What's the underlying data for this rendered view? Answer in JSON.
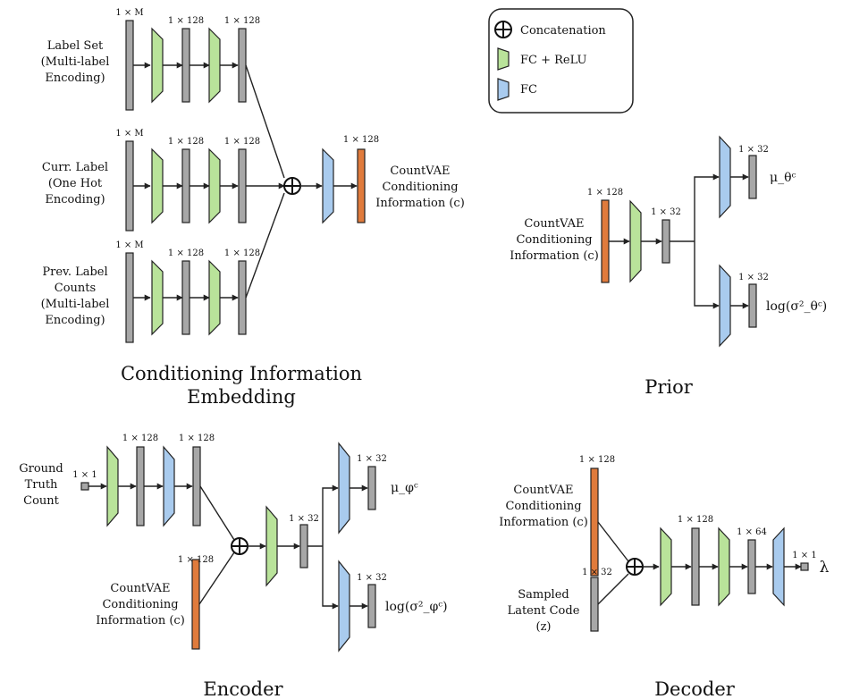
{
  "colors": {
    "fc_relu": "#b9e39a",
    "fc": "#a9cbee",
    "conditioning": "#e07b3c",
    "vector": "#a7a7a7",
    "stroke": "#222222"
  },
  "legend": {
    "concat_icon": "circle-plus-icon",
    "concat": "Concatenation",
    "fc_relu": "FC + ReLU",
    "fc": "FC"
  },
  "dims": {
    "m": "1 × M",
    "d128": "1 × 128",
    "d64": "1 × 64",
    "d32": "1 × 32",
    "d1": "1 × 1"
  },
  "cond": {
    "label_set": [
      "Label Set",
      "(Multi-label",
      "Encoding)"
    ],
    "curr_label": [
      "Curr. Label",
      "(One Hot",
      "Encoding)"
    ],
    "prev_counts": [
      "Prev. Label",
      "Counts",
      "(Multi-label",
      "Encoding)"
    ],
    "output": [
      "CountVAE",
      "Conditioning",
      "Information (c)"
    ],
    "caption": [
      "Conditioning Information",
      "Embedding"
    ]
  },
  "prior": {
    "input": [
      "CountVAE",
      "Conditioning",
      "Information (c)"
    ],
    "mu": "μ_θᶜ",
    "logvar": "log(σ²_θᶜ)",
    "caption": "Prior"
  },
  "encoder": {
    "input": [
      "Ground",
      "Truth",
      "Count"
    ],
    "cond_input": [
      "CountVAE",
      "Conditioning",
      "Information (c)"
    ],
    "mu": "μ_φᶜ",
    "logvar": "log(σ²_φᶜ)",
    "caption": "Encoder"
  },
  "decoder": {
    "cond_input": [
      "CountVAE",
      "Conditioning",
      "Information (c)"
    ],
    "latent": [
      "Sampled",
      "Latent Code",
      "(z)"
    ],
    "output": "λ",
    "caption": "Decoder"
  }
}
